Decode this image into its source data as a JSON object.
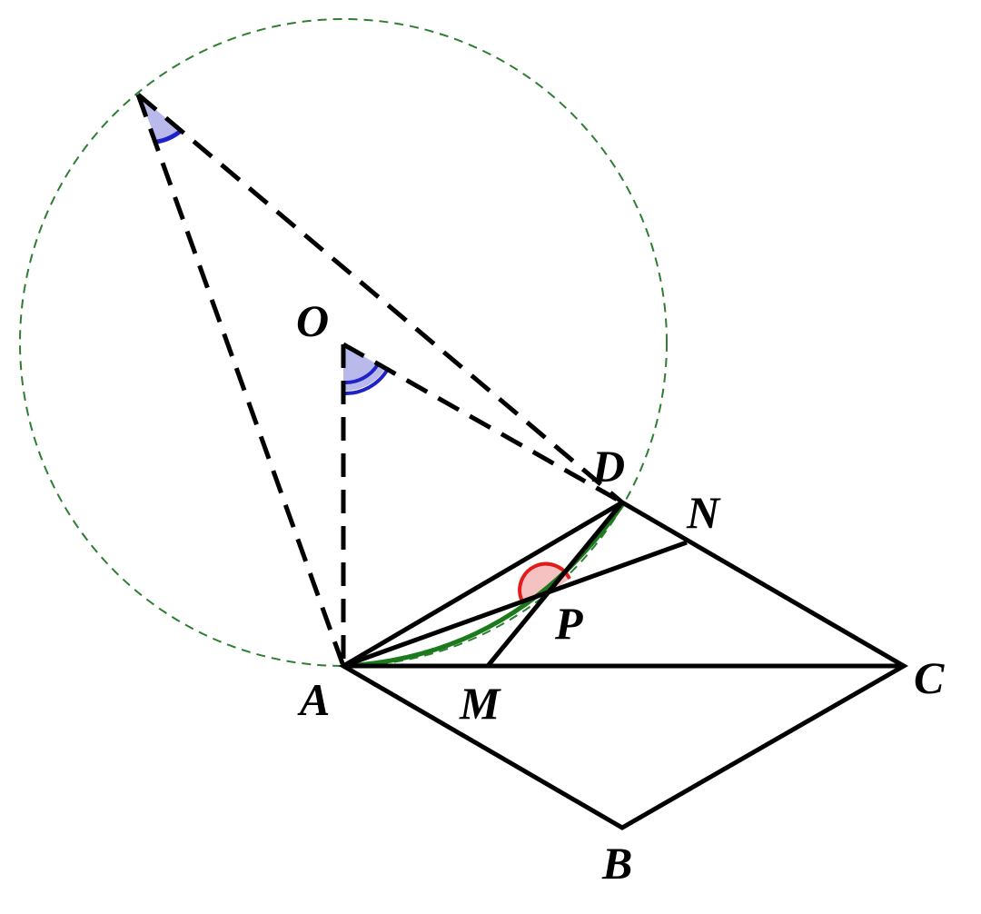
{
  "figure": {
    "points": {
      "A": "A",
      "B": "B",
      "C": "C",
      "D": "D",
      "M": "M",
      "N": "N",
      "P": "P",
      "O": "O"
    },
    "colors": {
      "stroke": "#000000",
      "circle": "#2e7d32",
      "locus_arc": "#1b7a1b",
      "angle_fill": "#b9b9ec",
      "angle_arc": "#1f22c9",
      "right_angle_fill": "#f6c1c1",
      "right_angle_arc": "#e21b1b"
    }
  }
}
